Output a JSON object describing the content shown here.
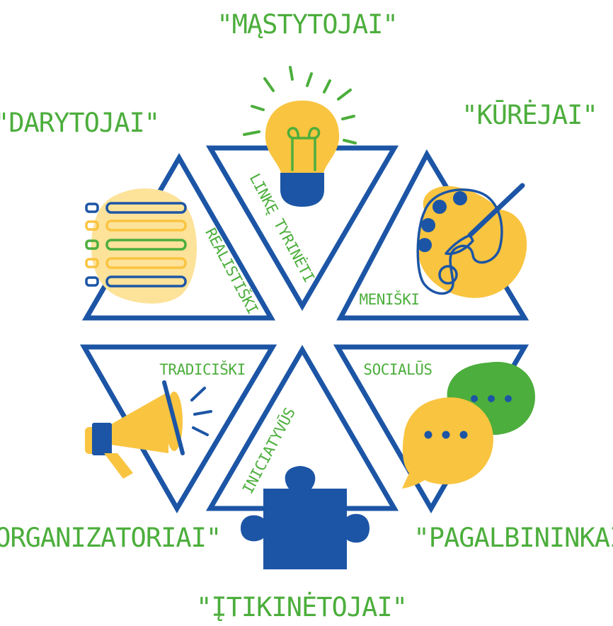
{
  "outer_labels": {
    "top": "\"MĄSTYTOJAI\"",
    "top_right": "\"KŪRĖJAI\"",
    "top_left": "\"DARYTOJAI\"",
    "bottom_left": "\"ORGANIZATORIAI\"",
    "bottom_right": "\"PAGALBININKAI\"",
    "bottom": "\"ĮTIKINĖTOJAI\""
  },
  "inner_labels": {
    "top": "LINKĘ TYRINĖTI",
    "top_right": "MENIŠKI",
    "top_left": "REALISTIŠKI",
    "bottom_left": "TRADICIŠKI",
    "bottom_right": "SOCIALŪS",
    "bottom": "INICIATYVŪS"
  },
  "colors": {
    "blue": "#1c55a5",
    "green": "#4cae3c",
    "yellow": "#f9c440",
    "light_yellow": "#fde29a"
  },
  "icons": {
    "top": "lightbulb-icon",
    "top_right": "paint-palette-icon",
    "top_left": "checklist-icon",
    "bottom_left": "megaphone-icon",
    "bottom_right": "speech-bubbles-icon",
    "bottom": "puzzle-piece-icon"
  }
}
